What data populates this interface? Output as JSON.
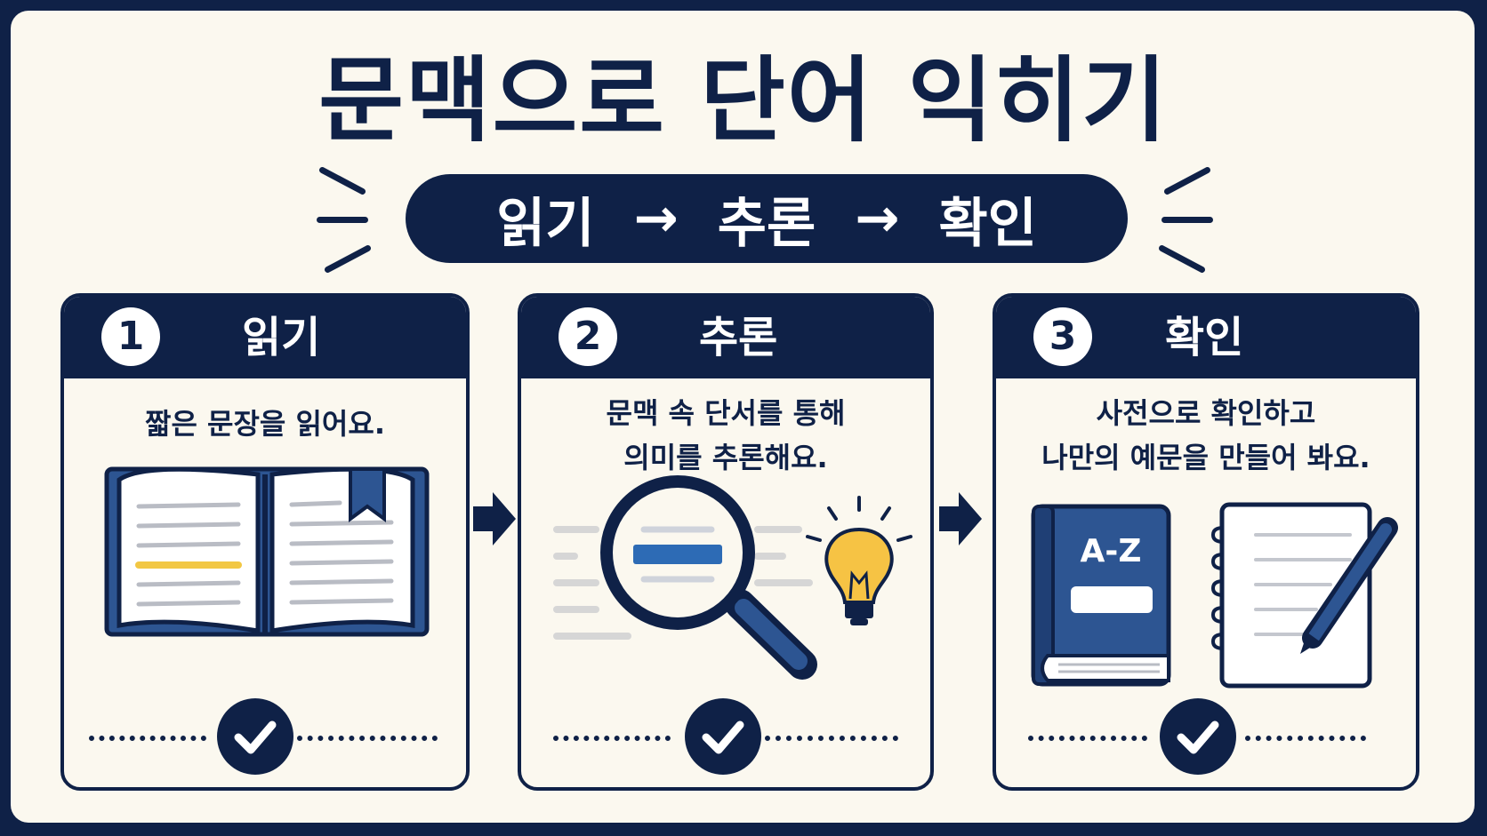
{
  "title": "문맥으로 단어 익히기",
  "process": {
    "step1": "읽기",
    "arrow": "→",
    "step2": "추론",
    "step3": "확인"
  },
  "cards": [
    {
      "number": "1",
      "title": "읽기",
      "lines": [
        "짧은 문장을 읽어요."
      ],
      "icon": "open-book-icon"
    },
    {
      "number": "2",
      "title": "추론",
      "lines": [
        "문맥 속 단서를 통해",
        "의미를 추론해요."
      ],
      "icon": "magnifier-lightbulb-icon"
    },
    {
      "number": "3",
      "title": "확인",
      "lines": [
        "사전으로 확인하고",
        "나만의 예문을 만들어 봐요."
      ],
      "icon": "dictionary-notebook-icon",
      "dictionary_label": "A-Z"
    }
  ],
  "colors": {
    "navy": "#0f2147",
    "book_blue": "#2d5592",
    "highlight": "#f2c744",
    "bulb": "#f6c344",
    "background": "#fbf8ef"
  }
}
